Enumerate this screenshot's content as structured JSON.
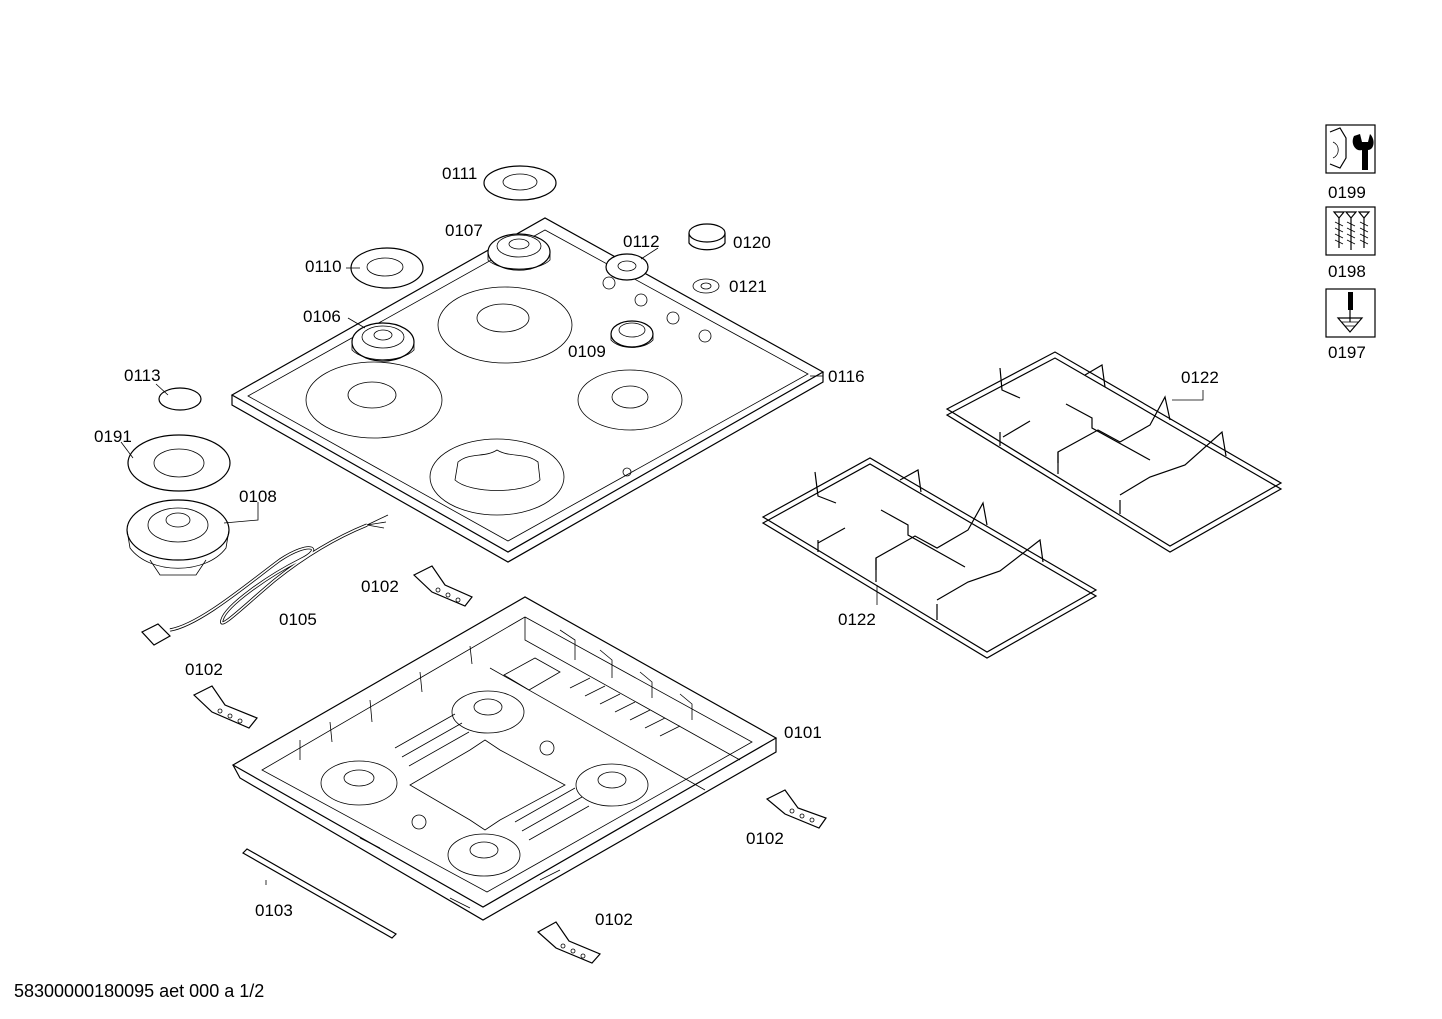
{
  "footer": {
    "code": "58300000180095 aet 000 a 1/2"
  },
  "labels": {
    "p0111": "0111",
    "p0107": "0107",
    "p0112": "0112",
    "p0120": "0120",
    "p0110": "0110",
    "p0121": "0121",
    "p0106": "0106",
    "p0109": "0109",
    "p0113": "0113",
    "p0116": "0116",
    "p0191": "0191",
    "p0108": "0108",
    "p0102a": "0102",
    "p0105": "0105",
    "p0102b": "0102",
    "p0101": "0101",
    "p0102c": "0102",
    "p0103": "0103",
    "p0102d": "0102",
    "p0122a": "0122",
    "p0122b": "0122",
    "p0199": "0199",
    "p0198": "0198",
    "p0197": "0197"
  },
  "icons": {
    "p0199": "wrench-nut-icon",
    "p0198": "screws-icon",
    "p0197": "screwdriver-icon"
  }
}
